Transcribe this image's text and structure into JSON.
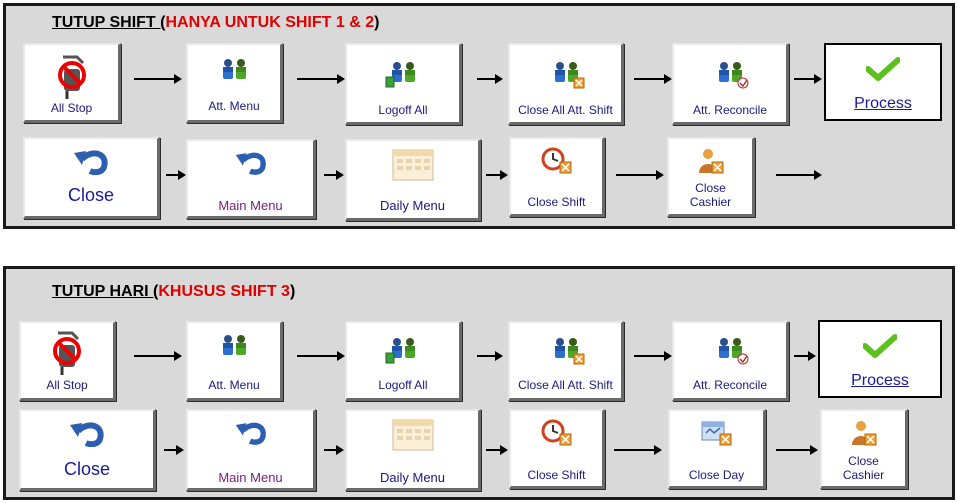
{
  "section1": {
    "title_main": "TUTUP SHIFT",
    "title_paren_open": " (",
    "title_red": "HANYA UNTUK SHIFT 1 & 2",
    "title_paren_close": ")",
    "row1": {
      "all_stop": "All Stop",
      "att_menu": "Att. Menu",
      "logoff_all": "Logoff All",
      "close_all_att_shift": "Close All Att. Shift",
      "att_reconcile": "Att. Reconcile",
      "process": "Process"
    },
    "row2": {
      "close": "Close",
      "main_menu": "Main Menu",
      "daily_menu": "Daily Menu",
      "close_shift": "Close Shift",
      "close_cashier_line1": "Close",
      "close_cashier_line2": "Cashier"
    }
  },
  "section2": {
    "title_main": "TUTUP HARI  ",
    "title_paren_open": "(",
    "title_red": "KHUSUS SHIFT 3",
    "title_paren_close": ")",
    "row1": {
      "all_stop": "All Stop",
      "att_menu": "Att. Menu",
      "logoff_all": "Logoff All",
      "close_all_att_shift": "Close All Att. Shift",
      "att_reconcile": "Att. Reconcile",
      "process": "Process"
    },
    "row2": {
      "close": "Close",
      "main_menu": "Main Menu",
      "daily_menu": "Daily Menu",
      "close_shift": "Close Shift",
      "close_day": "Close Day",
      "close_cashier_line1": "Close",
      "close_cashier_line2": "Cashier"
    }
  },
  "colors": {
    "panel_bg": "#d9d9d9",
    "title_red": "#e00000",
    "label_blue": "#1a1a80",
    "main_menu_purple": "#7a1a7a",
    "check_green": "#5cc01e"
  },
  "icons": [
    "all-stop-icon",
    "users-icon",
    "logoff-all-icon",
    "close-all-att-shift-icon",
    "reconcile-icon",
    "checkmark-icon",
    "undo-arrow-icon",
    "calendar-icon",
    "clock-close-icon",
    "close-day-icon",
    "cashier-icon"
  ]
}
